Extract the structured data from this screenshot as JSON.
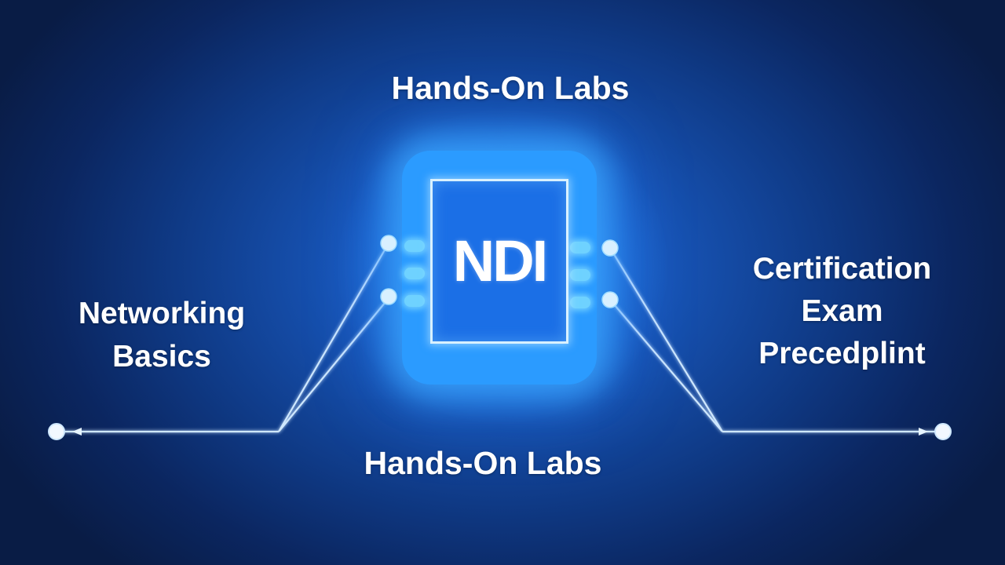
{
  "center_node": {
    "label": "NDI"
  },
  "top_label": "Hands-On Labs",
  "bottom_label": "Hands-On Labs",
  "left_label": {
    "line1": "Networking",
    "line2": "Basics"
  },
  "right_label": {
    "line1": "Certification",
    "line2": "Exam",
    "line3": "Precedplint"
  },
  "colors": {
    "background_center": "#1f6fe0",
    "background_edge": "#091c45",
    "chip_fill": "#1b6fe6",
    "chip_glow": "#2b9bff",
    "wire": "#cfe8ff",
    "text": "#ffffff"
  }
}
